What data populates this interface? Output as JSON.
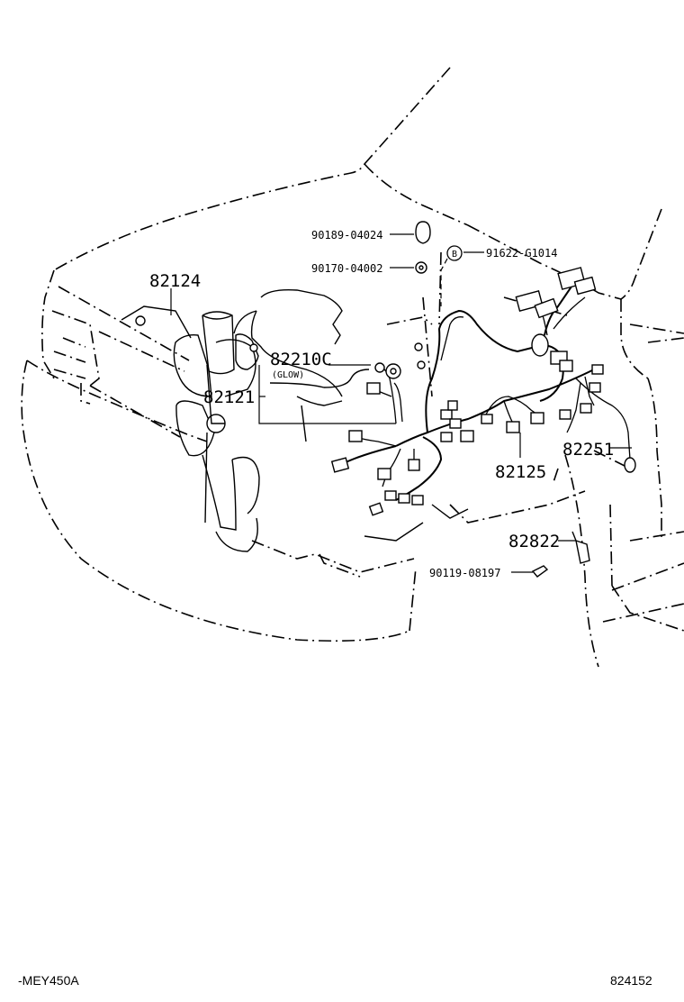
{
  "diagram": {
    "callouts": [
      {
        "id": "c1",
        "text": "90189-04024",
        "size": "sm"
      },
      {
        "id": "c2",
        "text": "91622-G1014",
        "size": "sm"
      },
      {
        "id": "c3",
        "text": "90170-04002",
        "size": "sm"
      },
      {
        "id": "c4",
        "text": "82124",
        "size": "big"
      },
      {
        "id": "c5",
        "text": "82210C",
        "size": "big"
      },
      {
        "id": "c6",
        "text": "(GLOW)",
        "size": "xs"
      },
      {
        "id": "c7",
        "text": "82121",
        "size": "big"
      },
      {
        "id": "c8",
        "text": "82125",
        "size": "big"
      },
      {
        "id": "c9",
        "text": "82251",
        "size": "big"
      },
      {
        "id": "c10",
        "text": "82822",
        "size": "big"
      },
      {
        "id": "c11",
        "text": "90119-08197",
        "size": "sm"
      }
    ],
    "marker_b": "B",
    "footer_left": "-MEY450A",
    "footer_right": "824152"
  }
}
